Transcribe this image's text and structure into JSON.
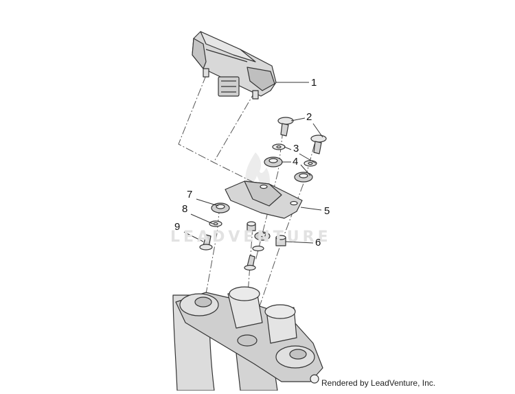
{
  "callouts": [
    {
      "label": "1"
    },
    {
      "label": "2"
    },
    {
      "label": "3"
    },
    {
      "label": "4"
    },
    {
      "label": "5"
    },
    {
      "label": "6"
    },
    {
      "label": "7"
    },
    {
      "label": "8"
    },
    {
      "label": "9"
    }
  ],
  "watermark": "LEADVENTURE",
  "credit": "Rendered by LeadVenture, Inc.",
  "colors": {
    "line": "#333333",
    "fill": "#d9d9d9",
    "watermark": "#e2e2e2"
  }
}
